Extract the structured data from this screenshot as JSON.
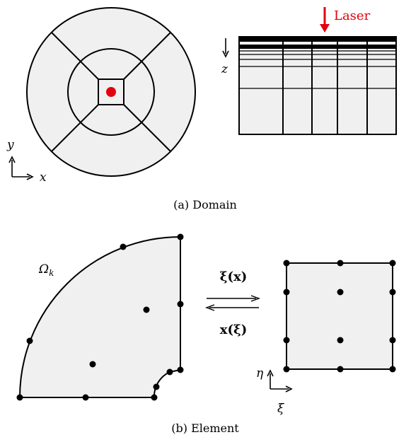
{
  "laser_label": "Laser",
  "depth_label": "z",
  "axis_x_label": "x",
  "axis_y_label": "y",
  "caption_a": "(a) Domain",
  "omega_label": "Ω",
  "omega_sub": "k",
  "map_forward_label": "ξ(x)",
  "map_backward_label": "x(ξ)",
  "axis_xi_label": "ξ",
  "axis_eta_label": "η",
  "caption_b": "(b) Element",
  "colors": {
    "fill": "#f0f0f0",
    "stroke": "#000000",
    "laser": "#e3000f",
    "dot": "#e3000f"
  }
}
